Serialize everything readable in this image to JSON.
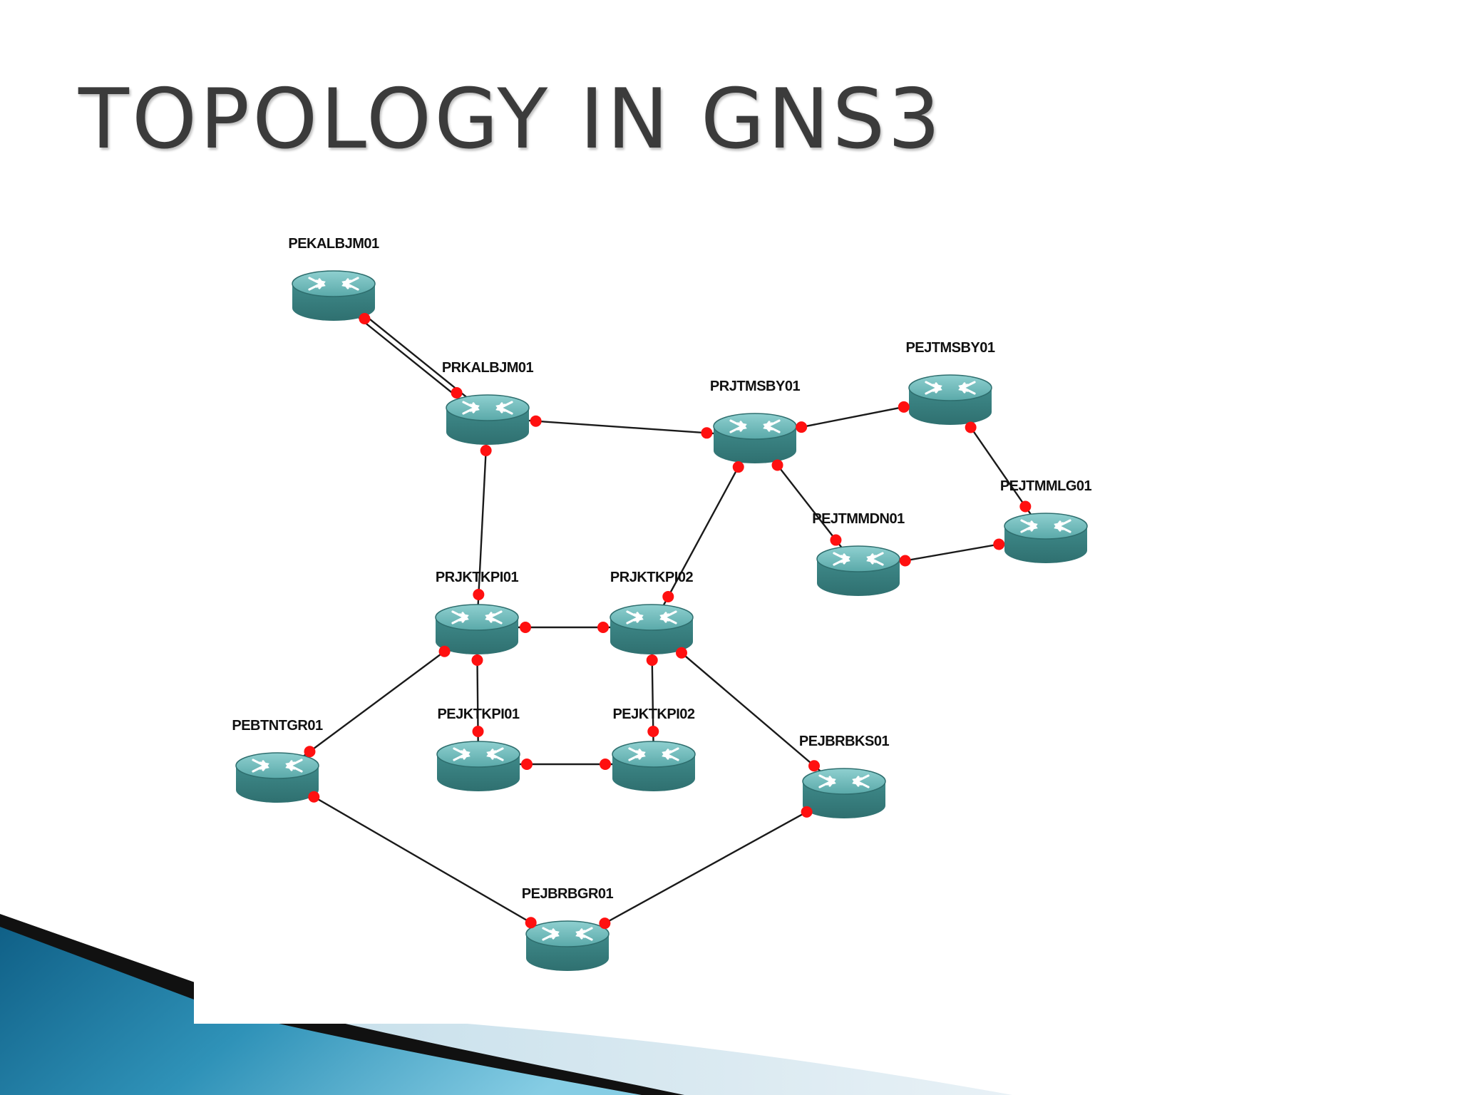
{
  "slide": {
    "title": "TOPOLOGY IN GNS3"
  },
  "colors": {
    "router_body": "#4e9c9c",
    "router_top": "#7cc4c4",
    "link": "#1a1a1a",
    "port": "#ff1010",
    "accent_dark": "#1a1a1a",
    "accent_blue": "#2a86a8",
    "accent_light": "#d6e6ee"
  },
  "topology": {
    "nodes": [
      {
        "id": "PEKALBJM01",
        "label": "PEKALBJM01",
        "icon": "router-icon"
      },
      {
        "id": "PRKALBJM01",
        "label": "PRKALBJM01",
        "icon": "router-icon"
      },
      {
        "id": "PRJTMSBY01",
        "label": "PRJTMSBY01",
        "icon": "router-icon"
      },
      {
        "id": "PEJTMSBY01",
        "label": "PEJTMSBY01",
        "icon": "router-icon"
      },
      {
        "id": "PEJTMMLG01",
        "label": "PEJTMMLG01",
        "icon": "router-icon"
      },
      {
        "id": "PEJTMMDN01",
        "label": "PEJTMMDN01",
        "icon": "router-icon"
      },
      {
        "id": "PRJKTKPI01",
        "label": "PRJKTKPI01",
        "icon": "router-icon"
      },
      {
        "id": "PRJKTKPI02",
        "label": "PRJKTKPI02",
        "icon": "router-icon"
      },
      {
        "id": "PEJKTKPI01",
        "label": "PEJKTKPI01",
        "icon": "router-icon"
      },
      {
        "id": "PEJKTKPI02",
        "label": "PEJKTKPI02",
        "icon": "router-icon"
      },
      {
        "id": "PEBTNTGR01",
        "label": "PEBTNTGR01",
        "icon": "router-icon"
      },
      {
        "id": "PEJBRBKS01",
        "label": "PEJBRBKS01",
        "icon": "router-icon"
      },
      {
        "id": "PEJBRBGR01",
        "label": "PEJBRBGR01",
        "icon": "router-icon"
      }
    ],
    "links": [
      {
        "from": "PEKALBJM01",
        "to": "PRKALBJM01",
        "double": true
      },
      {
        "from": "PRKALBJM01",
        "to": "PRJTMSBY01"
      },
      {
        "from": "PRJTMSBY01",
        "to": "PEJTMSBY01"
      },
      {
        "from": "PEJTMSBY01",
        "to": "PEJTMMLG01"
      },
      {
        "from": "PEJTMMLG01",
        "to": "PEJTMMDN01"
      },
      {
        "from": "PRJTMSBY01",
        "to": "PEJTMMDN01"
      },
      {
        "from": "PRKALBJM01",
        "to": "PRJKTKPI01"
      },
      {
        "from": "PRJTMSBY01",
        "to": "PRJKTKPI02"
      },
      {
        "from": "PRJKTKPI01",
        "to": "PRJKTKPI02"
      },
      {
        "from": "PRJKTKPI01",
        "to": "PEJKTKPI01"
      },
      {
        "from": "PRJKTKPI02",
        "to": "PEJKTKPI02"
      },
      {
        "from": "PEJKTKPI01",
        "to": "PEJKTKPI02"
      },
      {
        "from": "PRJKTKPI01",
        "to": "PEBTNTGR01"
      },
      {
        "from": "PRJKTKPI02",
        "to": "PEJBRBKS01"
      },
      {
        "from": "PEBTNTGR01",
        "to": "PEJBRBGR01"
      },
      {
        "from": "PEJBRBKS01",
        "to": "PEJBRBGR01"
      }
    ]
  }
}
